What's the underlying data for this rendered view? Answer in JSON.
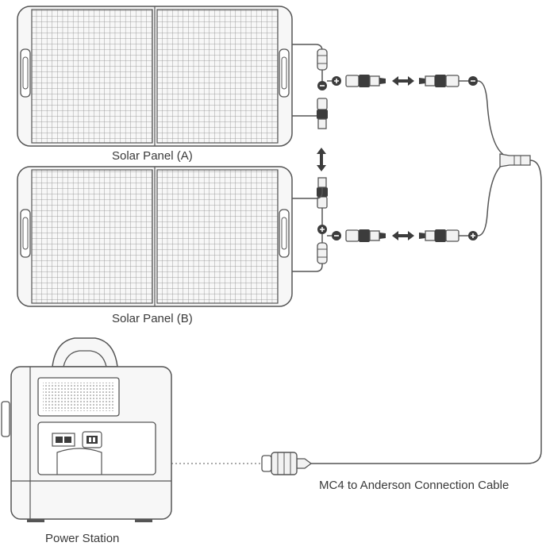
{
  "labels": {
    "panel_a": "Solar Panel (A)",
    "panel_b": "Solar Panel (B)",
    "cable": "MC4 to Anderson Connection Cable",
    "station": "Power Station"
  },
  "colors": {
    "line": "#555555",
    "fill_light": "#f4f4f4",
    "fill_dark": "#3c3c3c",
    "text": "#3a3a3a"
  }
}
